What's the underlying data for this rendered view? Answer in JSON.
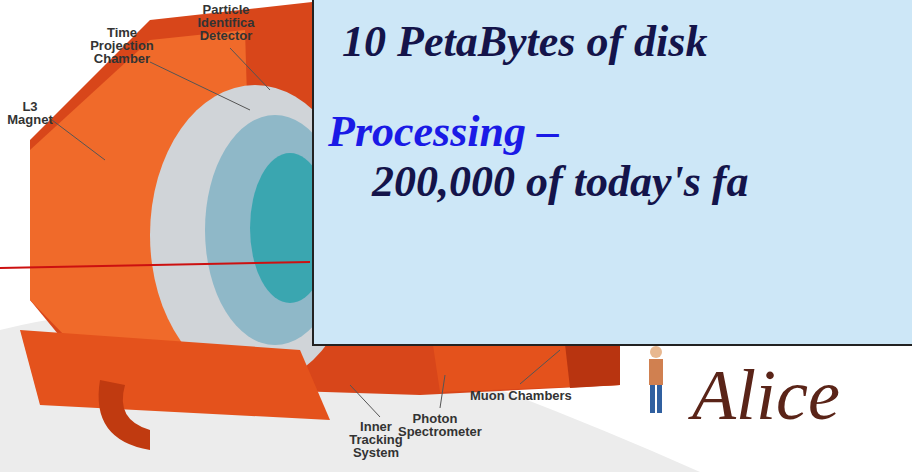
{
  "diagram": {
    "nodes": [
      {
        "text": [
          "10 PetaBytes of disk",
          "Processing –",
          "200,000 of today's fa"
        ]
      }
    ],
    "labels": [
      "Particle Identifica Detector",
      "Time Projection Chamber",
      "L3 Magnet",
      "Muon Chambers",
      "Photon Spectrometer",
      "Inner Tracking System",
      "Alice"
    ]
  }
}
